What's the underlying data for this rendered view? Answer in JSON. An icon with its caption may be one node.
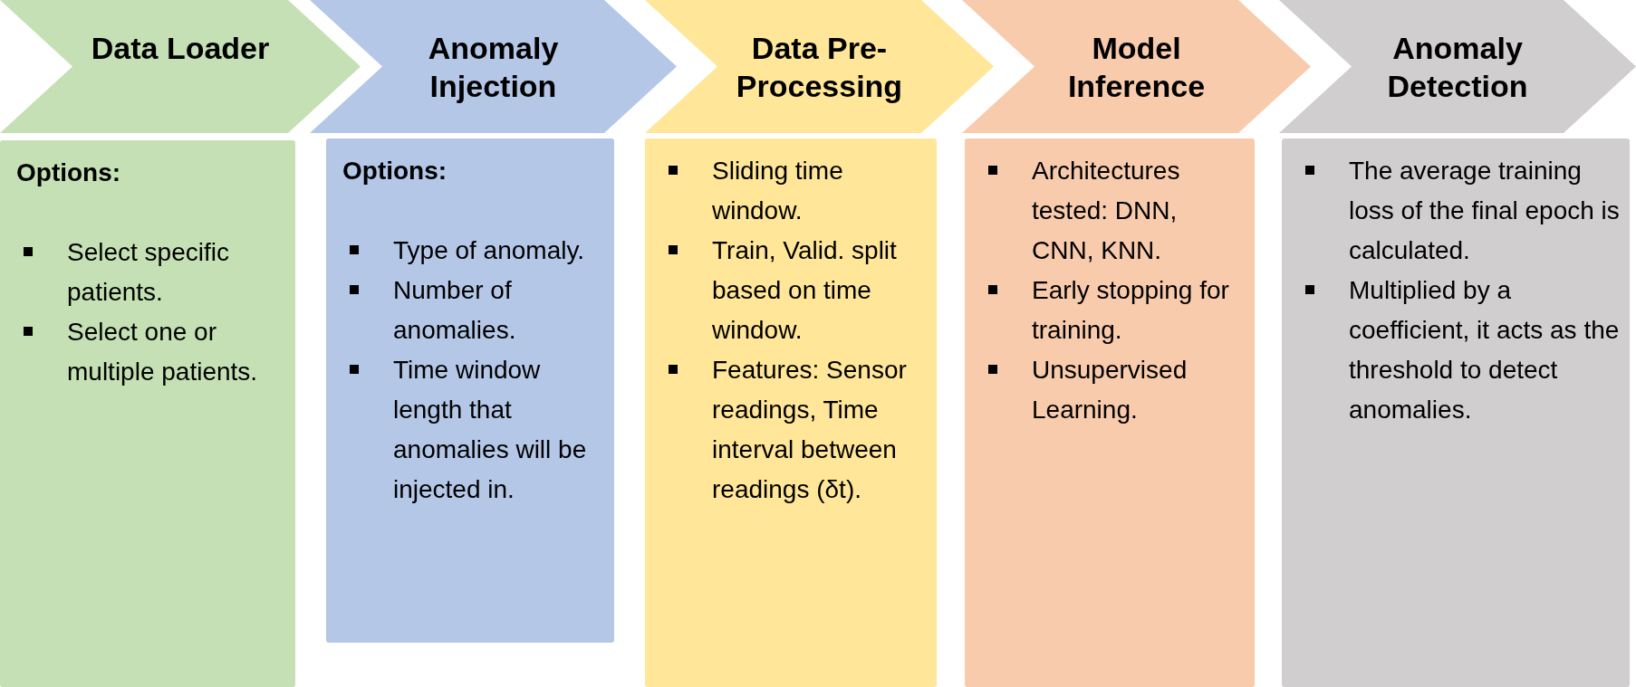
{
  "diagram": {
    "nodes": [
      {
        "text": [
          "Data Loader"
        ]
      },
      {
        "text": [
          "Anomaly Injection"
        ]
      },
      {
        "text": [
          "Data Pre-Processing"
        ]
      },
      {
        "text": [
          "Model Inference"
        ]
      },
      {
        "text": [
          "Anomaly Detection"
        ]
      },
      {
        "text": [
          "Options:",
          "Select specific patients.",
          "Select one or multiple patients."
        ]
      },
      {
        "text": [
          "Options:",
          "Type of anomaly.",
          "Number of anomalies.",
          "Time window length that anomalies will be injected in."
        ]
      },
      {
        "text": [
          "Sliding time window.",
          "Train, Valid. split based on time window.",
          "Features: Sensor readings, Time interval between readings (δt)."
        ]
      },
      {
        "text": [
          "Architectures tested: DNN, CNN, KNN.",
          "Early stopping for training.",
          "Unsupervised Learning."
        ]
      },
      {
        "text": [
          "The average training loss of the final epoch is calculated.",
          "Multiplied by a coefficient, it acts as the threshold to detect anomalies."
        ]
      }
    ]
  }
}
